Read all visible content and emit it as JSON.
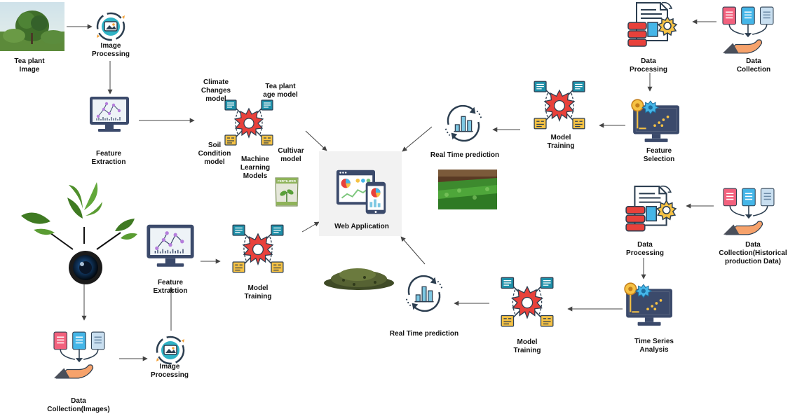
{
  "labels": {
    "tea_plant_image": [
      "Tea plant",
      "Image"
    ],
    "image_processing_top": [
      "Image",
      "Processing"
    ],
    "feature_extraction_top": [
      "Feature",
      "Extraction"
    ],
    "climate_changes_model": [
      "Climate",
      "Changes",
      "model"
    ],
    "tea_plant_age_model": [
      "Tea plant",
      "age model"
    ],
    "soil_condition_model": [
      "Soil",
      "Condition",
      "model"
    ],
    "machine_learning_models": [
      "Machine",
      "Learning",
      "Models"
    ],
    "cultivar_model": [
      "Cultivar",
      "model"
    ],
    "web_application": "Web Application",
    "real_time_prediction_top": "Real Time prediction",
    "model_training_top_right": [
      "Model",
      "Training"
    ],
    "data_processing_top": [
      "Data",
      "Processing"
    ],
    "data_collection_top": [
      "Data",
      "Collection"
    ],
    "feature_selection": [
      "Feature",
      "Selection"
    ],
    "feature_extraction_bottom": [
      "Feature",
      "Extraction"
    ],
    "model_training_left": [
      "Model",
      "Training"
    ],
    "data_collection_images": [
      "Data",
      "Collection(Images)"
    ],
    "image_processing_bottom": [
      "Image",
      "Processing"
    ],
    "real_time_prediction_bottom": "Real Time prediction",
    "model_training_bottom_right": [
      "Model",
      "Training"
    ],
    "data_processing_bottom": [
      "Data",
      "Processing"
    ],
    "data_collection_historical": [
      "Data",
      "Collection(Historical",
      "production Data)"
    ],
    "time_series_analysis": [
      "Time Series",
      "Analysis"
    ]
  },
  "fertilizer_bag_text": "FERTILIZER",
  "icons": {
    "image_processing": "image-processing-icon",
    "feature_extraction": "network-monitor-icon",
    "ml_model": "gear-model-icon",
    "web_application": "dashboard-devices-icon",
    "real_time_prediction": "refresh-chart-icon",
    "data_processing": "document-server-gear-icon",
    "data_collection": "files-hand-icon",
    "feature_selection": "feature-selection-monitor-icon",
    "camera": "camera-lens-icon",
    "fertilizer": "fertilizer-bag-icon"
  },
  "colors": {
    "arrow": "#444444",
    "gear_red": "#e8413b",
    "teal": "#1e8fa8",
    "monitor_navy": "#3b4a6b",
    "accent_orange": "#f2a23a",
    "pink_file": "#f2617d",
    "blue_file": "#45b6e8",
    "light_file": "#c9dff0"
  }
}
